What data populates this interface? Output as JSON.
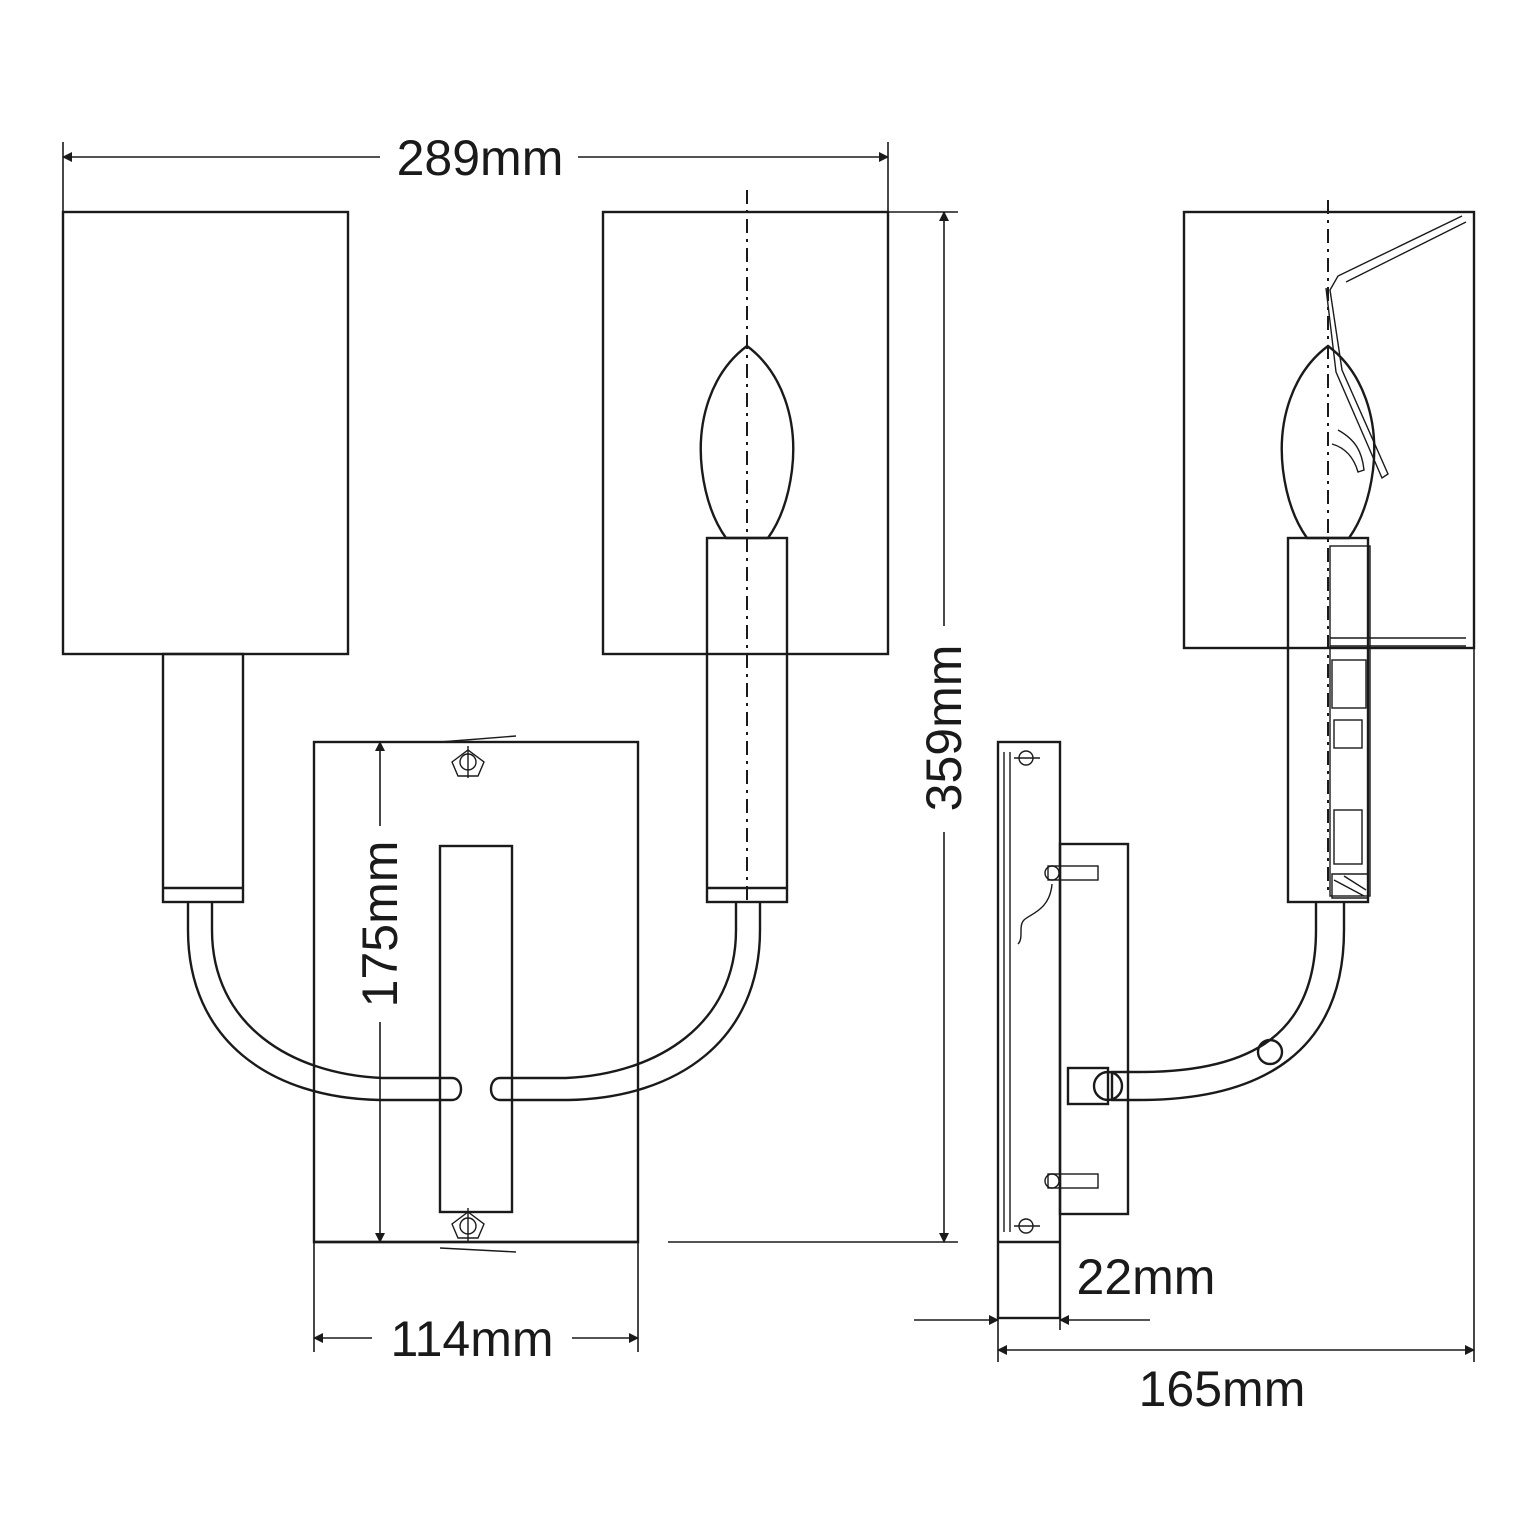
{
  "dimensions": {
    "overall_width": "289mm",
    "overall_height": "359mm",
    "backplate_height": "175mm",
    "backplate_width": "114mm",
    "backplate_depth": "22mm",
    "projection": "165mm"
  }
}
